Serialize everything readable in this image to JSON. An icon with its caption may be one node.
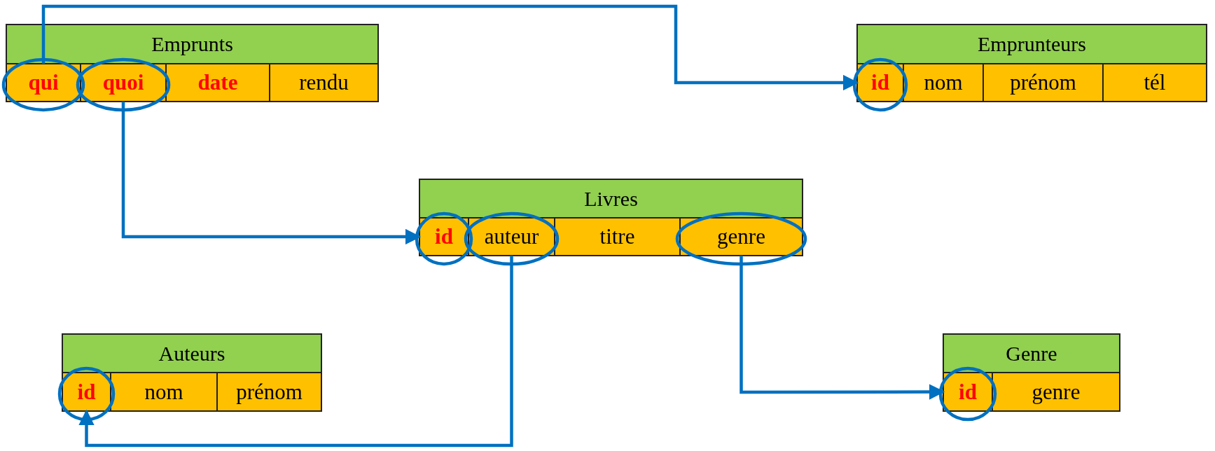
{
  "diagram": {
    "nodes": [
      {
        "text": [
          "Emprunts"
        ]
      },
      {
        "text": [
          "qui"
        ],
        "in": 0
      },
      {
        "text": [
          "quoi"
        ],
        "in": 0
      },
      {
        "text": [
          "date"
        ],
        "in": 0
      },
      {
        "text": [
          "rendu"
        ],
        "in": 0
      },
      {
        "text": [
          "Emprunteurs"
        ]
      },
      {
        "text": [
          "id"
        ],
        "in": 5
      },
      {
        "text": [
          "nom"
        ],
        "in": 5
      },
      {
        "text": [
          "prénom"
        ],
        "in": 5
      },
      {
        "text": [
          "tél"
        ],
        "in": 5
      },
      {
        "text": [
          "Livres"
        ]
      },
      {
        "text": [
          "id"
        ],
        "in": 10
      },
      {
        "text": [
          "auteur"
        ],
        "in": 10
      },
      {
        "text": [
          "titre"
        ],
        "in": 10
      },
      {
        "text": [
          "genre"
        ],
        "in": 10
      },
      {
        "text": [
          "Auteurs"
        ]
      },
      {
        "text": [
          "id"
        ],
        "in": 15
      },
      {
        "text": [
          "nom"
        ],
        "in": 15
      },
      {
        "text": [
          "prénom"
        ],
        "in": 15
      },
      {
        "text": [
          "Genre"
        ]
      },
      {
        "text": [
          "id"
        ],
        "in": 19
      },
      {
        "text": [
          "genre"
        ],
        "in": 19
      }
    ],
    "edges": [
      {
        "from": 1,
        "to": 6,
        "arrow": "to"
      },
      {
        "from": 2,
        "to": 11,
        "arrow": "to"
      },
      {
        "from": 12,
        "to": 16,
        "arrow": "to"
      },
      {
        "from": 14,
        "to": 20,
        "arrow": "to"
      }
    ]
  }
}
